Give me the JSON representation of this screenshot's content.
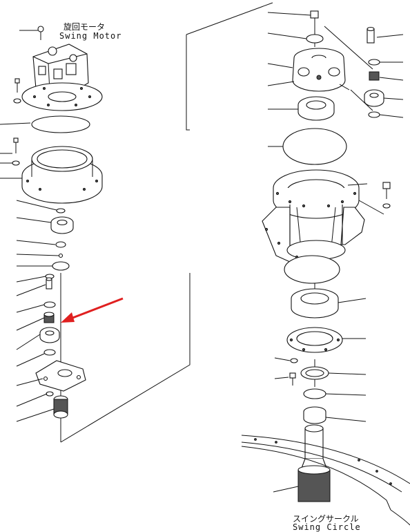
{
  "labels": {
    "swing_motor_jp": "旋回モータ",
    "swing_motor_en": "Swing Motor",
    "swing_circle_jp": "スイングサークル",
    "swing_circle_en": "Swing Circle"
  },
  "colors": {
    "line": "#111111",
    "arrow": "#e02020",
    "background": "#ffffff"
  }
}
